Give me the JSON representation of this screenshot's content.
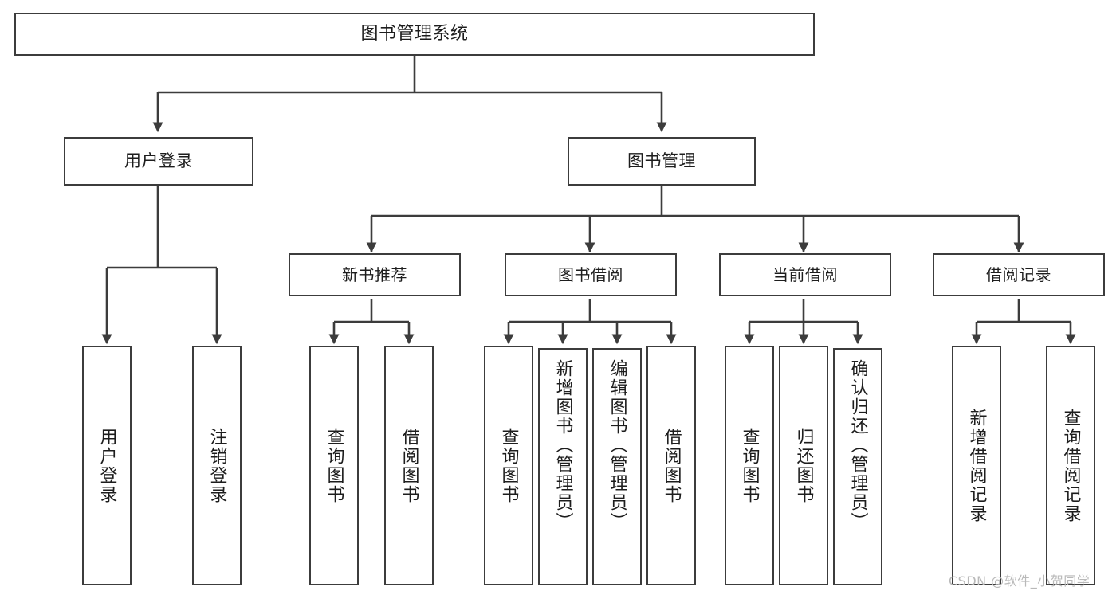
{
  "diagram": {
    "title": "图书管理系统",
    "type": "功能结构图",
    "watermark": "CSDN @软件_小贺同学",
    "stroke_color": "#3c3c3c",
    "fill_color": "#ffffff",
    "text_color": "#1d1d1d",
    "watermark_color": "#b9b9b9"
  },
  "nodes": {
    "root": {
      "label": "图书管理系统"
    },
    "level2": [
      {
        "label": "用户登录"
      },
      {
        "label": "图书管理"
      }
    ],
    "level3": [
      {
        "label": "新书推荐"
      },
      {
        "label": "图书借阅"
      },
      {
        "label": "当前借阅"
      },
      {
        "label": "借阅记录"
      }
    ],
    "leaves": {
      "user_login": [
        {
          "label": "用户登录"
        },
        {
          "label": "注销登录"
        }
      ],
      "new_book_recommend": [
        {
          "label": "查询图书"
        },
        {
          "label": "借阅图书"
        }
      ],
      "book_borrow": [
        {
          "label": "查询图书"
        },
        {
          "label": "新增图书（管理员）"
        },
        {
          "label": "编辑图书（管理员）"
        },
        {
          "label": "借阅图书"
        }
      ],
      "current_borrow": [
        {
          "label": "查询图书"
        },
        {
          "label": "归还图书"
        },
        {
          "label": "确认归还（管理员）"
        }
      ],
      "borrow_record": [
        {
          "label": "新增借阅记录"
        },
        {
          "label": "查询借阅记录"
        }
      ]
    }
  }
}
